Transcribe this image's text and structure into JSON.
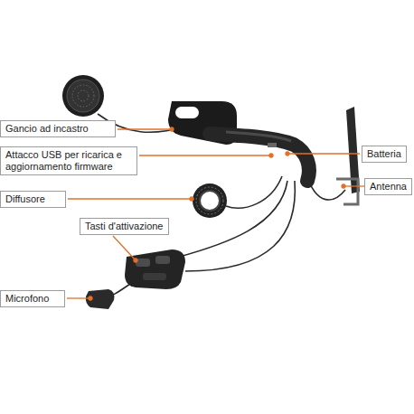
{
  "diagram": {
    "nodes": [
      {
        "text": [
          "Gancio ad incastro"
        ]
      },
      {
        "text": [
          "Attacco USB per ricarica e aggiornamento firmware"
        ]
      },
      {
        "text": [
          "Batteria"
        ]
      },
      {
        "text": [
          "Antenna"
        ]
      },
      {
        "text": [
          "Diffusore"
        ]
      },
      {
        "text": [
          "Tasti d'attivazione"
        ]
      },
      {
        "text": [
          "Microfono"
        ]
      }
    ]
  }
}
